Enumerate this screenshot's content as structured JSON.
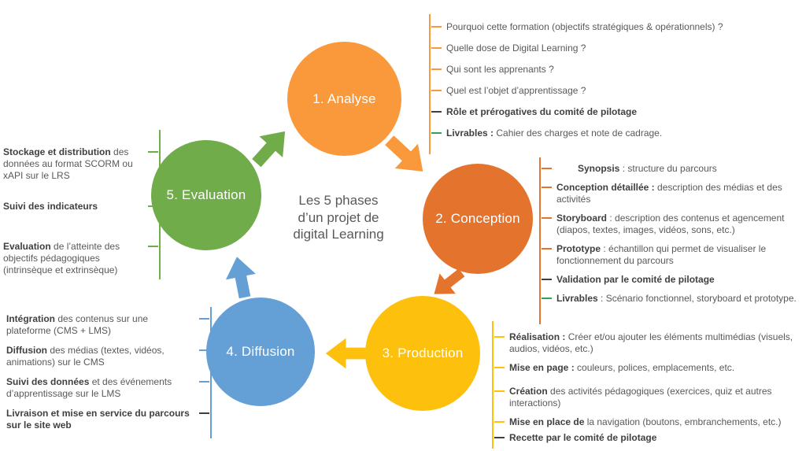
{
  "title": "Les 5 phases d’un projet de digital Learning",
  "colors": {
    "analyse": "#F9993B",
    "conception": "#E4732E",
    "production": "#FDC00D",
    "diffusion": "#649FD6",
    "evaluation": "#70AC49",
    "livrables_green": "#2FA457",
    "black_tick": "#3F3F3F"
  },
  "phases": {
    "analyse": {
      "label": "1. Analyse"
    },
    "conception": {
      "label": "2. Conception"
    },
    "production": {
      "label": "3. Production"
    },
    "diffusion": {
      "label": "4. Diffusion"
    },
    "evaluation": {
      "label": "5. Evaluation"
    }
  },
  "annotations": {
    "analyse": {
      "items": [
        {
          "bold": "",
          "regular": "Pourquoi cette formation (objectifs stratégiques & opérationnels) ?"
        },
        {
          "bold": "",
          "regular": "Quelle dose de Digital Learning ?"
        },
        {
          "bold": "",
          "regular": "Qui sont les apprenants ?"
        },
        {
          "bold": "",
          "regular": "Quel est l’objet d’apprentissage ?"
        },
        {
          "bold": "Rôle et prérogatives du comité de pilotage",
          "regular": ""
        },
        {
          "bold": "Livrables :",
          "regular": " Cahier des charges et note de cadrage."
        }
      ]
    },
    "conception": {
      "items": [
        {
          "bold": "Synopsis",
          "regular": " : structure du parcours"
        },
        {
          "bold": "Conception détaillée :",
          "regular": " description des médias et des activités"
        },
        {
          "bold": "Storyboard",
          "regular": " : description des contenus et agencement (diapos, textes, images, vidéos, sons, etc.)"
        },
        {
          "bold": "Prototype",
          "regular": " : échantillon qui permet de visualiser le fonctionnement du parcours"
        },
        {
          "bold": "Validation par le comité de pilotage",
          "regular": ""
        },
        {
          "bold": "Livrables",
          "regular": " : Scénario fonctionnel, storyboard et prototype."
        }
      ]
    },
    "production": {
      "items": [
        {
          "bold": "Réalisation :",
          "regular": " Créer et/ou ajouter les éléments multimédias (visuels, audios, vidéos, etc.)"
        },
        {
          "bold": "Mise en page :",
          "regular": " couleurs, polices, emplacements, etc."
        },
        {
          "bold": "Création",
          "regular": " des activités pédagogiques (exercices, quiz et autres interactions)"
        },
        {
          "bold": "Mise en place de",
          "regular": " la navigation (boutons, embranchements, etc.)"
        },
        {
          "bold": "Recette par le comité de pilotage",
          "regular": ""
        }
      ]
    },
    "diffusion": {
      "items": [
        {
          "bold": "Intégration",
          "regular": " des contenus sur une plateforme (CMS + LMS)"
        },
        {
          "bold": "Diffusion",
          "regular": " des médias (textes, vidéos, animations) sur le CMS"
        },
        {
          "bold": "Suivi des données",
          "regular": " et des événements d’apprentissage sur le LMS"
        },
        {
          "bold": "Livraison et mise en service du parcours sur le site web",
          "regular": ""
        }
      ]
    },
    "evaluation": {
      "items": [
        {
          "bold": "Stockage et distribution",
          "regular": " des données au format SCORM ou xAPI sur le LRS"
        },
        {
          "bold": "Suivi des indicateurs",
          "regular": ""
        },
        {
          "bold": "Evaluation",
          "regular": " de l’atteinte des objectifs pédagogiques (intrinsèque et extrinsèque)"
        }
      ]
    }
  }
}
